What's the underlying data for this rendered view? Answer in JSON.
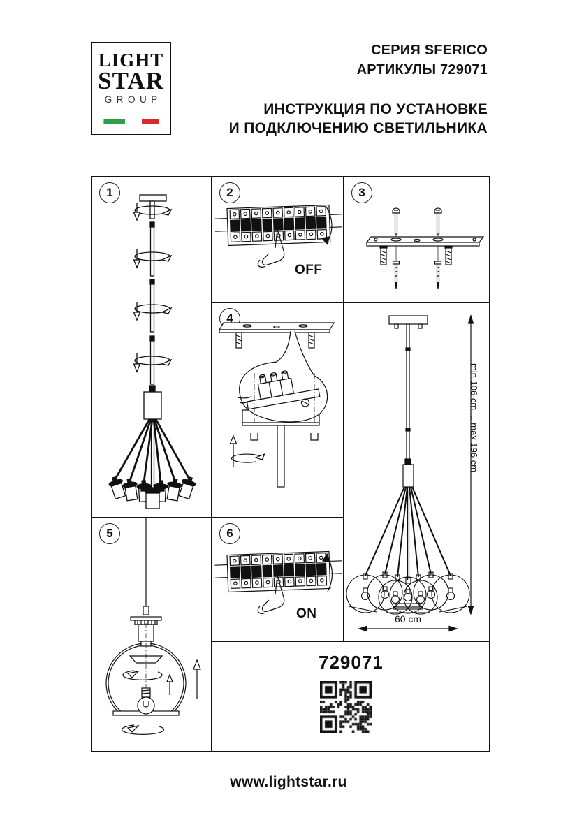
{
  "header": {
    "series": "СЕРИЯ SFERICO",
    "articles": "АРТИКУЛЫ 729071",
    "title_line1": "ИНСТРУКЦИЯ ПО УСТАНОВКЕ",
    "title_line2": "И ПОДКЛЮЧЕНИЮ СВЕТИЛЬНИКА"
  },
  "logo": {
    "word1": "LIGHT",
    "word2": "STAR",
    "word3": "GROUP"
  },
  "colors": {
    "ink": "#111111",
    "flag_green": "#2f9e4e",
    "flag_white": "#ffffff",
    "flag_red": "#d62b30"
  },
  "steps": {
    "s1": {
      "number": "1"
    },
    "s2": {
      "number": "2",
      "switch_label": "OFF"
    },
    "s3": {
      "number": "3"
    },
    "s4": {
      "number": "4"
    },
    "s5": {
      "number": "5"
    },
    "s6": {
      "number": "6",
      "switch_label": "ON"
    }
  },
  "dimensions": {
    "height_range": "min 106 cm ... max 196 cm",
    "diameter": "60 cm"
  },
  "product": {
    "article": "729071"
  },
  "footer": {
    "website": "www.lightstar.ru"
  }
}
